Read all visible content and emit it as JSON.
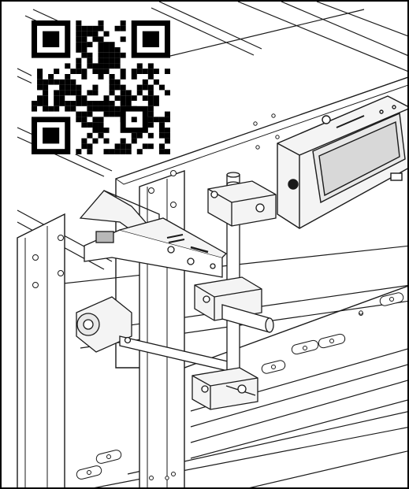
{
  "figure": {
    "label": "",
    "qr_code": {
      "modules": 25,
      "finder_patterns": [
        "top-left",
        "top-right",
        "bottom-left"
      ]
    },
    "device": {
      "label": "",
      "brand_mark": "",
      "buttons": [
        "",
        ""
      ]
    },
    "print_head": {
      "label": ""
    }
  },
  "colors": {
    "line": "#1a1a1a",
    "fill_panel": "#e8e8e8",
    "fill_light": "#f4f4f4",
    "fill_dark": "#b8b8b8",
    "screen": "#d8d8d8"
  }
}
